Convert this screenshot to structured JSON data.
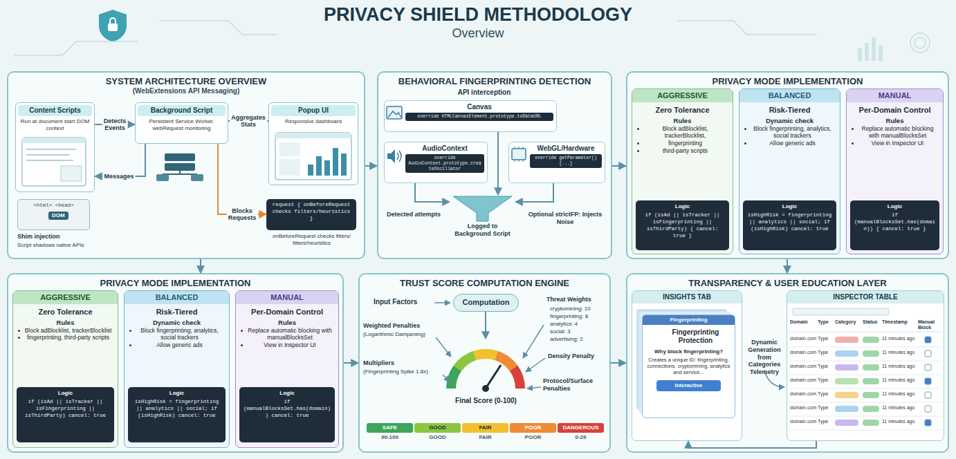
{
  "diagram": {
    "title": "PRIVACY SHIELD METHODOLOGY",
    "nodes": [
      {
        "text": [
          "SYSTEM ARCHITECTURE OVERVIEW",
          "(WebExtensions API Messaging)"
        ]
      },
      {
        "text": [
          "Content Scripts",
          "Run at document start DOM context"
        ],
        "in": 0
      },
      {
        "text": [
          "Background Script",
          "Persistent Service Worker, webRequest monitoring"
        ],
        "in": 0
      },
      {
        "text": [
          "Popup UI",
          "Responsive dashboard"
        ],
        "in": 0
      },
      {
        "text": [
          "<html> <head>",
          "DOM"
        ],
        "in": 0
      },
      {
        "text": [
          "request { onBeforeRequest checks filters/heuristics }"
        ],
        "in": 0
      },
      {
        "text": [
          "BEHAVIORAL FINGERPRINTING DETECTION"
        ]
      },
      {
        "text": [
          "Canvas",
          "override HTMLCanvasElement.prototype.toDataURL"
        ],
        "in": 6
      },
      {
        "text": [
          "AudioContext",
          "override AudioContext.prototype.createOscillator"
        ],
        "in": 6
      },
      {
        "text": [
          "WebGL/Hardware",
          "override getParameter() {...}"
        ],
        "in": 6
      },
      {
        "text": [
          "Logged to Background Script"
        ],
        "in": 6
      },
      {
        "text": [
          "PRIVACY MODE IMPLEMENTATION"
        ]
      },
      {
        "text": [
          "AGGRESSIVE",
          "Zero Tolerance",
          "Rules",
          "Block adBlocklist, trackerBlocklist,",
          "fingerprinting",
          "third-party scripts"
        ],
        "in": 11
      },
      {
        "text": [
          "Logic",
          "if (isAd || isTracker || isFingerprinting || isThirdParty) { cancel: true }"
        ],
        "in": 12
      },
      {
        "text": [
          "BALANCED",
          "Risk-Tiered",
          "Dynamic check",
          "Block fingerprinting, analytics, social trackers",
          "Allow generic ads"
        ],
        "in": 11
      },
      {
        "text": [
          "Logic",
          "isHighRisk = fingerprinting || analytics || social; if (isHighRisk) cancel: true"
        ],
        "in": 14
      },
      {
        "text": [
          "MANUAL",
          "Per-Domain Control",
          "Rules",
          "Replace automatic blocking with manualBlocksSet",
          "View in Inspector UI"
        ],
        "in": 11
      },
      {
        "text": [
          "Logic",
          "if (manualBlocksSet.has(domain)) { cancel: true }"
        ],
        "in": 16
      },
      {
        "text": [
          "PRIVACY MODE IMPLEMENTATION"
        ]
      },
      {
        "text": [
          "AGGRESSIVE",
          "Zero Tolerance",
          "Rules",
          "Block adBlocklist, trackerBlocklist",
          "fingerprinting, third-party scripts"
        ],
        "in": 18
      },
      {
        "text": [
          "Logic",
          "if (isAd || isTracker || isFingerprinting || isThirdParty) cancel: true"
        ],
        "in": 19
      },
      {
        "text": [
          "BALANCED",
          "Risk-Tiered",
          "Dynamic check",
          "Block fingerprinting, analytics, social trackers",
          "Allow generic ads"
        ],
        "in": 18
      },
      {
        "text": [
          "Logic",
          "isHighRisk = fingerprinting || analytics || social; if (isHighRisk) cancel: true"
        ],
        "in": 21
      },
      {
        "text": [
          "MANUAL",
          "Per-Domain Control",
          "Rules",
          "Replace automatic blocking with manualBlocksSet",
          "View in Inspector UI"
        ],
        "in": 18
      },
      {
        "text": [
          "Logic",
          "if (manualBlocksSet.has(domain)) cancel: true"
        ],
        "in": 23
      },
      {
        "text": [
          "TRUST SCORE COMPUTATION ENGINE"
        ]
      },
      {
        "text": [
          "Computation"
        ],
        "in": 25
      },
      {
        "text": [
          "Final Score (0-100)"
        ],
        "in": 25
      },
      {
        "text": [
          "TRANSPARENCY & USER EDUCATION LAYER"
        ]
      },
      {
        "text": [
          "INSIGHTS TAB"
        ],
        "in": 28
      },
      {
        "text": [
          "Fingerprinting",
          "Fingerprinting Protection",
          "Why block fingerprinting?",
          "Creates a unique ID: fingerprinting, connections, cryptomining, analytics and service...",
          "Interactive"
        ],
        "in": 29
      },
      {
        "text": [
          "INSPECTOR TABLE"
        ],
        "in": 28
      }
    ],
    "edges": [
      {
        "from": 1,
        "to": 2,
        "arrow": "to",
        "label": "Detects Events"
      },
      {
        "from": 2,
        "to": 1,
        "arrow": "to",
        "label": "Messages"
      },
      {
        "from": 2,
        "to": 3,
        "arrow": "to",
        "label": "Aggregates Stats"
      },
      {
        "from": 2,
        "to": 5,
        "arrow": "to",
        "label": "Blocks Requests"
      },
      {
        "from": 0,
        "to": 6,
        "arrow": "to"
      },
      {
        "from": 6,
        "to": 11,
        "arrow": "to"
      },
      {
        "from": 11,
        "to": 28,
        "arrow": "to"
      },
      {
        "from": 0,
        "to": 18,
        "arrow": "to"
      },
      {
        "from": 18,
        "to": 25,
        "arrow": "to"
      },
      {
        "from": 25,
        "to": 28,
        "arrow": "to"
      },
      {
        "from": 7,
        "to": 10,
        "arrow": "to"
      },
      {
        "from": 8,
        "to": 10,
        "arrow": "to"
      },
      {
        "from": 9,
        "to": 10,
        "arrow": "to"
      },
      {
        "from": 26,
        "to": 27,
        "arrow": "to"
      },
      {
        "from": 31,
        "to": 29,
        "arrow": "to"
      }
    ],
    "labels": [
      "Overview",
      "Shim injection",
      "Script shadows native APIs",
      "onBeforeRequest checks filters/ filters/heuristics",
      "API interception",
      "Detected attempts",
      "Optional strictFP: Injects Noise",
      "Input Factors",
      "Weighted Penalties",
      "(Logarithmic Dampening)",
      "Multipliers",
      "(Fingerprinting Spike 1.8x)",
      "Threat Weights",
      "cryptomining: 10",
      "fingerprinting: 8",
      "analytics: 4",
      "social: 3",
      "advertising: 2",
      "Density Penalty",
      "Protocol/Surface Penalties",
      "90-100",
      "GOOD",
      "FAIR",
      "POOR",
      "0-29",
      "Dynamic Generation from Categories Telemetry",
      "Domain",
      "Type",
      "Category",
      "Status",
      "Timestamp",
      "Manual Block",
      "domain.com",
      "Type",
      "11 minutes ago",
      "domain.com",
      "Type",
      "11 minutes ago",
      "domain.com",
      "Type",
      "11 minutes ago",
      "domain.com",
      "Type",
      "11 minutes ago",
      "domain.com",
      "Type",
      "11 minutes ago",
      "domain.com",
      "Type",
      "11 minutes ago",
      "domain.com",
      "Type",
      "11 minutes ago"
    ],
    "legend": [
      {
        "text": "SAFE",
        "color": "#3ea55a"
      },
      {
        "text": "GOOD",
        "color": "#8cc63f"
      },
      {
        "text": "FAIR",
        "color": "#f2c12e"
      },
      {
        "text": "POOR",
        "color": "#f08a34"
      },
      {
        "text": "DANGEROUS",
        "color": "#d8403a"
      }
    ]
  }
}
